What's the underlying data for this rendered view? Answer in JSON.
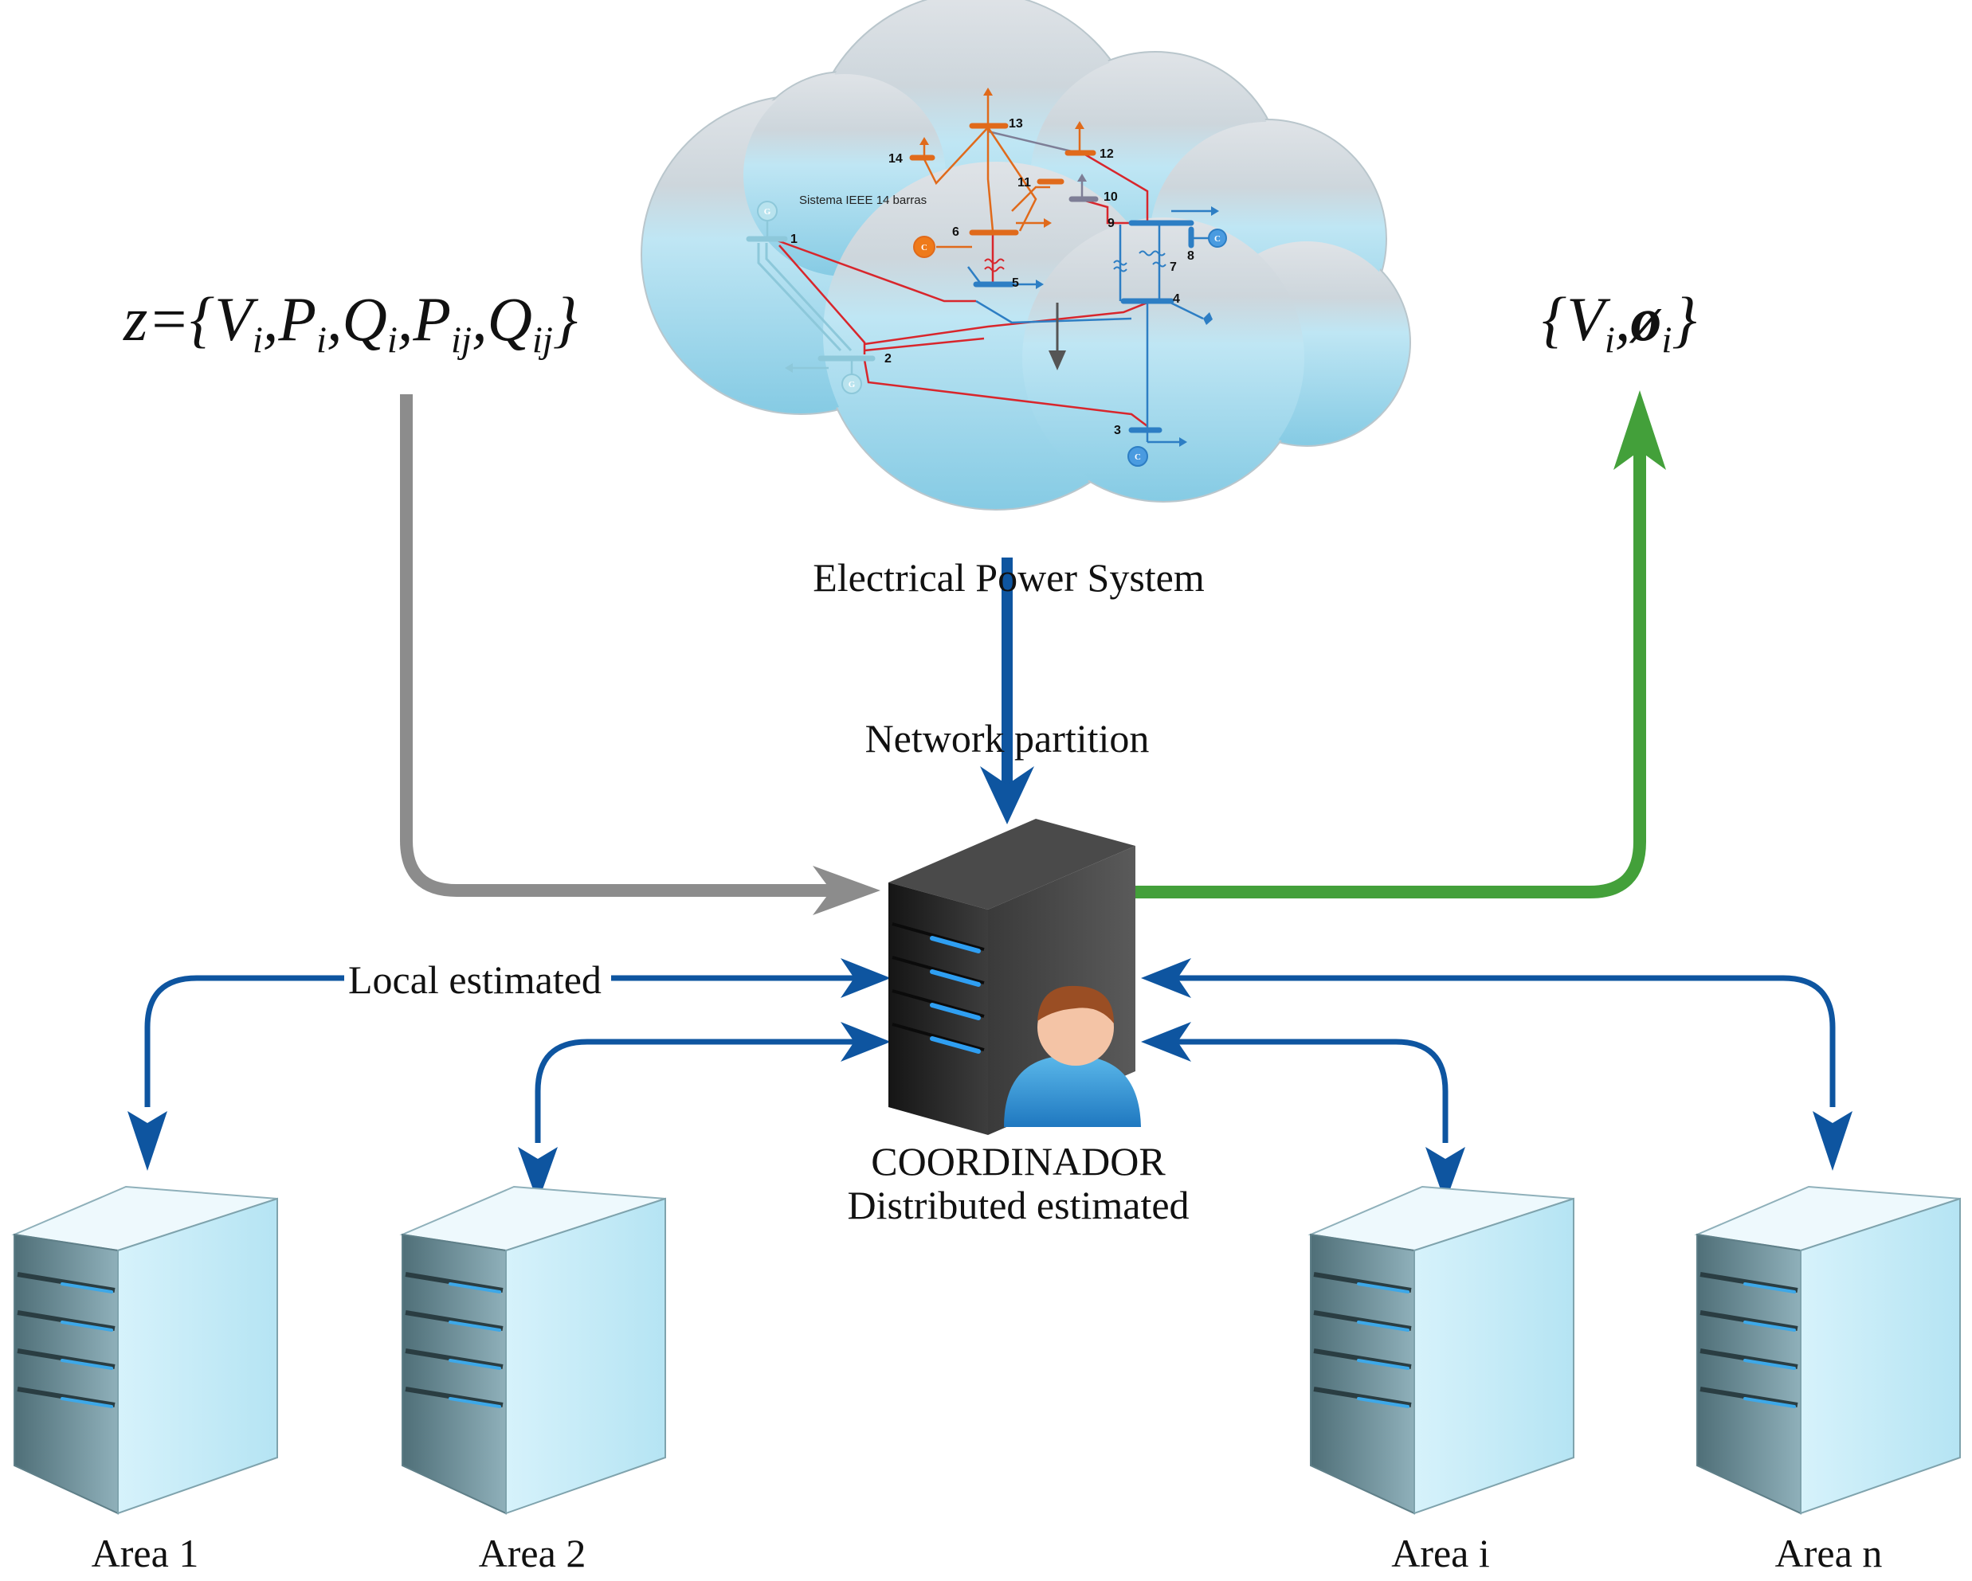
{
  "cloud": {
    "system_title": "Sistema IEEE 14 barras",
    "caption": "Electrical Power System",
    "buses": [
      "1",
      "2",
      "3",
      "4",
      "5",
      "6",
      "7",
      "8",
      "9",
      "10",
      "11",
      "12",
      "13",
      "14"
    ],
    "generator_symbol": "G",
    "condenser_symbol": "C"
  },
  "left_formula": {
    "prefix": "z={",
    "terms": [
      {
        "base": "V",
        "sub": "i"
      },
      {
        "base": "P",
        "sub": "i"
      },
      {
        "base": "Q",
        "sub": "i"
      },
      {
        "base": "P",
        "sub": "ij"
      },
      {
        "base": "Q",
        "sub": "ij"
      }
    ],
    "suffix": "}"
  },
  "right_formula": {
    "prefix": "{",
    "terms": [
      {
        "base": "V",
        "sub": "i"
      },
      {
        "base": "ø",
        "sub": "i"
      }
    ],
    "suffix": "}"
  },
  "labels": {
    "network_partition": "Network partition",
    "local_estimated": "Local estimated",
    "coordinator": "COORDINADOR",
    "distributed": "Distributed estimated"
  },
  "areas": [
    "Area 1",
    "Area 2",
    "Area i",
    "Area n"
  ],
  "colors": {
    "measurement_arrow": "#8c8c8c",
    "result_arrow": "#43a03a",
    "exchange_arrow": "#0e55a0",
    "cloud": "#a9dcef",
    "server_dark": "#262626",
    "server_light": "#c4ecf8"
  }
}
